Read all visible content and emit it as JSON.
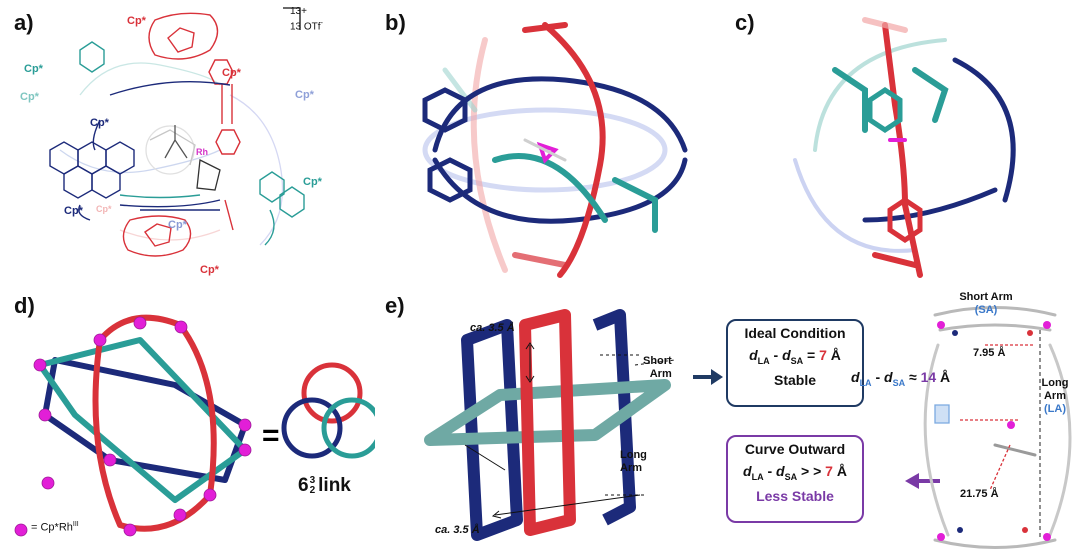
{
  "panels": {
    "a": {
      "label": "a)",
      "charge_top": "13+",
      "charge_bottom": "13 OTf",
      "charge_suffix": "-",
      "cp": "Cp*",
      "rh": "Rh"
    },
    "b": {
      "label": "b)"
    },
    "c": {
      "label": "c)"
    },
    "d": {
      "label": "d)",
      "equals": "=",
      "link_main": "6",
      "link_sup": "3",
      "link_sub": "2",
      "link_word": "link",
      "legend_eq": "= Cp*Rh",
      "legend_sup": "III"
    },
    "e": {
      "label": "e)",
      "ca_top": "ca. 3.5 Å",
      "ca_bottom": "ca. 3.5 Å",
      "short_arm_1": "Short",
      "short_arm_2": "Arm",
      "long_arm_1": "Long",
      "long_arm_2": "Arm",
      "ideal": {
        "title": "Ideal Condition",
        "eq_d": "d",
        "eq_la": "LA",
        "eq_mid": " - ",
        "eq_sa": "SA",
        "eq_equals": " = ",
        "eq_value": "7",
        "eq_unit": " Å",
        "status": "Stable"
      },
      "curve": {
        "title": "Curve Outward",
        "eq_rel": " > > ",
        "status": "Less Stable"
      },
      "model": {
        "short_arm": "Short Arm",
        "sa": "(SA)",
        "long_arm": "Long Arm",
        "la": "(LA)",
        "d_short": "7.95 Å",
        "d_long": "21.75 Å",
        "diff_rel": " ≈ ",
        "diff_value": "14",
        "diff_unit": " Å"
      }
    }
  },
  "colors": {
    "red": "#d9323a",
    "navy": "#1c2a7a",
    "teal": "#2a9d97",
    "magenta": "#e21fd7",
    "box_border": "#1f3a63",
    "purple": "#7a3aa6"
  }
}
